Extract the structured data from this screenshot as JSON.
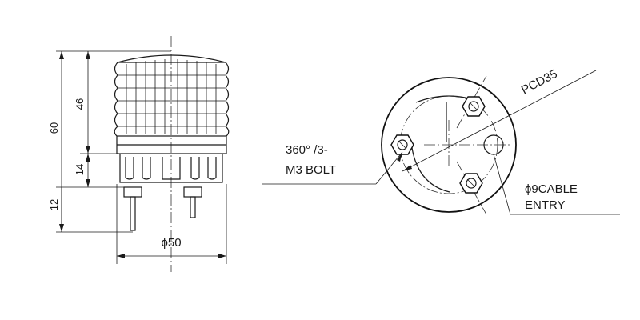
{
  "side_view": {
    "dim_total_height": "60",
    "dim_dome_height": "46",
    "dim_base_height": "14",
    "dim_bolt_length": "12",
    "dim_diameter": "ϕ50"
  },
  "top_view": {
    "pcd_label": "PCD35",
    "bolt_label_line1": "360° /3-",
    "bolt_label_line2": "M3 BOLT",
    "cable_label_line1": "ϕ9CABLE",
    "cable_label_line2": "ENTRY"
  }
}
